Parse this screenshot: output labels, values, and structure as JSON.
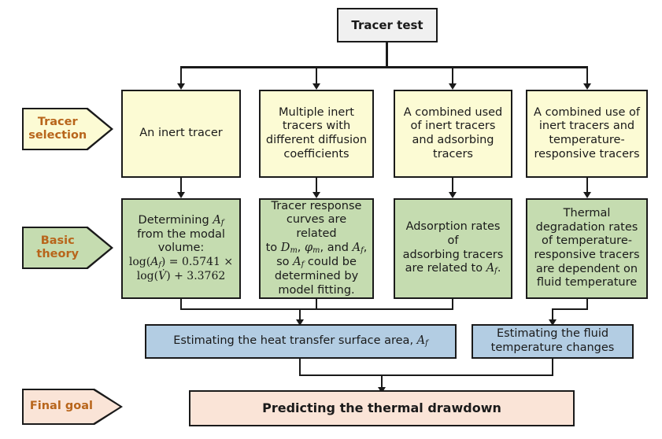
{
  "diagram": {
    "title": "Tracer test workflow for predicting thermal drawdown",
    "root": {
      "label": "Tracer test"
    },
    "row_labels": [
      {
        "id": "tracer-selection",
        "line1": "Tracer",
        "line2": "selection",
        "fill": "#fcfbd4",
        "text_color": "#b8651b"
      },
      {
        "id": "basic-theory",
        "line1": "Basic",
        "line2": "theory",
        "fill": "#c5dcb0",
        "text_color": "#b8651b"
      },
      {
        "id": "final-goal",
        "line1": "Final goal",
        "line2": "",
        "fill": "#fae4d7",
        "text_color": "#b8651b"
      }
    ],
    "tracer_selection": [
      {
        "id": "inert-tracer",
        "text": "An inert tracer"
      },
      {
        "id": "multiple-inert-tracers",
        "text": "Multiple inert tracers with different diffusion coefficients"
      },
      {
        "id": "inert-and-adsorbing",
        "text": "A combined used of inert tracers and adsorbing tracers"
      },
      {
        "id": "inert-and-temperature-responsive",
        "text": "A combined use of inert tracers and temperature-responsive tracers"
      }
    ],
    "basic_theory": [
      {
        "id": "modal-volume-theory",
        "line1": "Determining",
        "sym1": "A",
        "sub1": "f",
        "line2": "from the modal",
        "line3": "volume:",
        "equation_line1": "log(A_f) = 0.5741 ×",
        "equation_line2": "log(V̇) + 3.3762",
        "eq_coefficient": "0.5741",
        "eq_intercept": "3.3762"
      },
      {
        "id": "tracer-response-theory",
        "text": "Tracer response curves are related to D_m, φ_m, and A_f, so A_f could be determined by model fitting."
      },
      {
        "id": "adsorption-rate-theory",
        "text": "Adsorption rates of adsorbing tracers are related to A_f."
      },
      {
        "id": "thermal-degradation-theory",
        "text": "Thermal degradation rates of temperature-responsive tracers are dependent on fluid temperature"
      }
    ],
    "outcomes": [
      {
        "id": "estimate-surface-area",
        "text": "Estimating the heat transfer surface area, A_f"
      },
      {
        "id": "estimate-fluid-temperature",
        "text": "Estimating the fluid temperature changes"
      }
    ],
    "final": {
      "id": "predict-thermal-drawdown",
      "text": "Predicting the thermal drawdown"
    },
    "colors": {
      "root_fill": "#f0f0f0",
      "yellow_fill": "#fcfbd4",
      "green_fill": "#c5dcb0",
      "blue_fill": "#b3cde3",
      "peach_fill": "#fae4d7",
      "stroke": "#1a1a1a",
      "label_text": "#b8651b"
    }
  }
}
